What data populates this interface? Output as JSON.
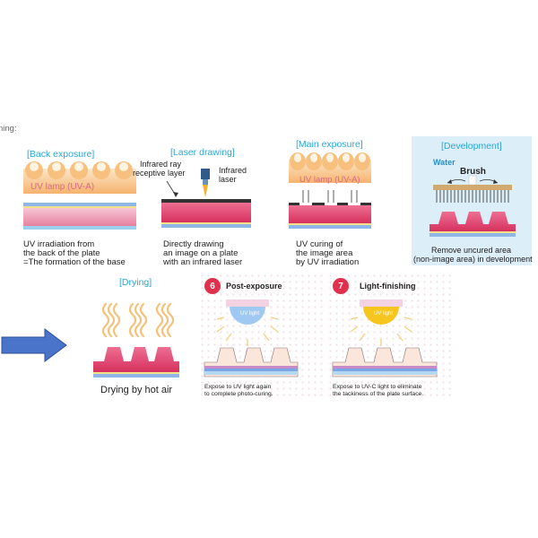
{
  "corner_fragment": "ning:",
  "back_exposure": {
    "title": "[Back exposure]",
    "lamp_label": "UV lamp (UV-A)",
    "caption_lines": [
      "UV irradiation from",
      "the back of the plate",
      "=The formation of the base"
    ]
  },
  "laser_drawing": {
    "title": "[Laser drawing]",
    "label_receptive": [
      "Infrared ray",
      "receptive layer"
    ],
    "label_laser": [
      "Infrared",
      "laser"
    ],
    "caption_lines": [
      "Directly drawing",
      "an image on a plate",
      "with an infrared laser"
    ]
  },
  "main_exposure": {
    "title": "[Main exposure]",
    "lamp_label": "UV lamp (UV-A)",
    "caption_lines": [
      "UV curing of",
      "the image area",
      "by UV irradiation"
    ]
  },
  "development": {
    "title": "[Development]",
    "water_label": "Water",
    "brush_label": "Brush",
    "caption_lines": [
      "Remove uncured area",
      "(non-image area) in development"
    ]
  },
  "drying": {
    "title": "[Drying]",
    "caption": "Drying by hot air"
  },
  "post_exposure": {
    "number": "6",
    "title": "Post-exposure",
    "light_label": "UV light",
    "caption_lines": [
      "Expose to UV light again",
      "to complete photo-curing."
    ]
  },
  "light_finishing": {
    "number": "7",
    "title": "Light-finishing",
    "light_label": "UV light",
    "caption_lines": [
      "Expose to UV-C light to eliminate",
      "the tackiness of the plate surface."
    ]
  },
  "colors": {
    "title_blue": "#2aa7d6",
    "badge_red": "#e0304e",
    "plate_pink": "#e0306a",
    "arrow_blue": "#4a74c9",
    "dev_panel": "#dceef8"
  }
}
